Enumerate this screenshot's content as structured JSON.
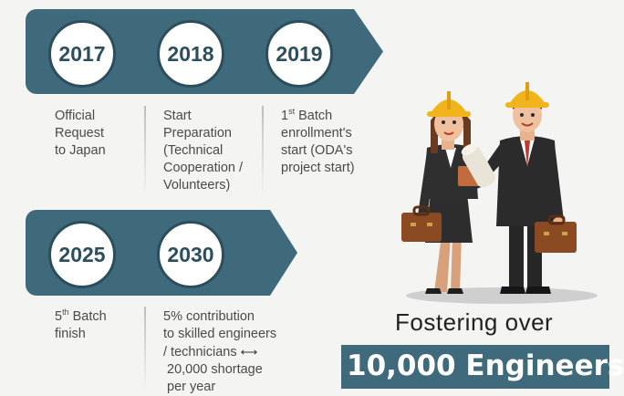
{
  "row1": {
    "years": [
      "2017",
      "2018",
      "2019"
    ],
    "items": [
      {
        "lines": [
          "Official",
          "Request",
          "to Japan"
        ]
      },
      {
        "lines": [
          "Start",
          "Preparation",
          "(Technical",
          "Cooperation /",
          "Volunteers)"
        ]
      },
      {
        "sup_prefix": "1",
        "sup": "st",
        "first_rest": " Batch",
        "lines": [
          "enrollment's",
          "start (ODA's",
          "project start)"
        ]
      }
    ]
  },
  "row2": {
    "years": [
      "2025",
      "2030"
    ],
    "items": [
      {
        "sup_prefix": "5",
        "sup": "th",
        "first_rest": " Batch",
        "lines": [
          "finish"
        ]
      },
      {
        "lines": [
          "5% contribution",
          "to skilled engineers",
          "/ technicians",
          "20,000 shortage",
          "per year"
        ]
      }
    ]
  },
  "tagline": "Fostering over",
  "banner": "10,000 Engineers",
  "colors": {
    "band": "#3e6a7c",
    "circle_border": "#2c4e5c",
    "helmet": "#f2b41c",
    "suit": "#2b2b2b"
  },
  "icons": {
    "exchange": "left-right-arrow-icon"
  }
}
